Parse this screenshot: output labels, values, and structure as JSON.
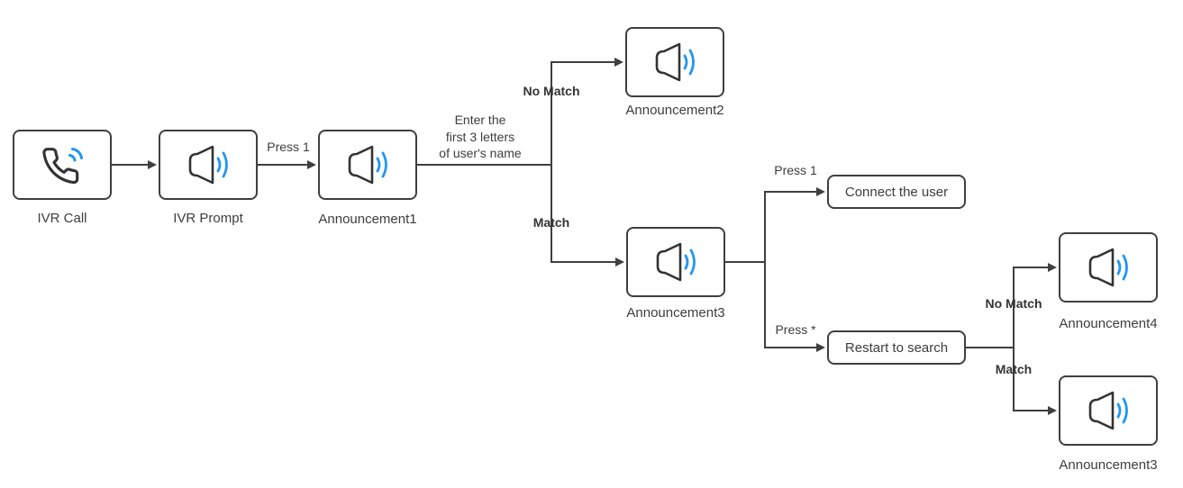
{
  "diagram": {
    "type": "flowchart",
    "subject": "IVR call directory search flow",
    "colors": {
      "background": "#ffffff",
      "line": "#3f3f3f",
      "box_border": "#3f3f3f",
      "text": "#3d3d3d",
      "icon_stroke": "#333333",
      "accent_blue": "#2196F3"
    },
    "nodes": {
      "ivr_call": {
        "label": "IVR Call",
        "icon": "phone-call"
      },
      "ivr_prompt": {
        "label": "IVR Prompt",
        "icon": "speaker"
      },
      "announcement1": {
        "label": "Announcement1",
        "icon": "speaker"
      },
      "announcement2": {
        "label": "Announcement2",
        "icon": "speaker"
      },
      "announcement3": {
        "label": "Announcement3",
        "icon": "speaker"
      },
      "connect_user": {
        "label": "Connect the user"
      },
      "restart_search": {
        "label": "Restart to search"
      },
      "announcement4": {
        "label": "Announcement4",
        "icon": "speaker"
      },
      "announcement3_repeat": {
        "label": "Announcement3",
        "icon": "speaker"
      }
    },
    "edge_labels": {
      "press_1_first": "Press 1",
      "enter_name": {
        "lines": [
          "Enter the",
          "first 3 letters",
          "of user's name"
        ]
      },
      "no_match_first": "No Match",
      "match_first": "Match",
      "press_1_second": "Press 1",
      "press_star": "Press *",
      "no_match_second": "No Match",
      "match_second": "Match"
    }
  }
}
